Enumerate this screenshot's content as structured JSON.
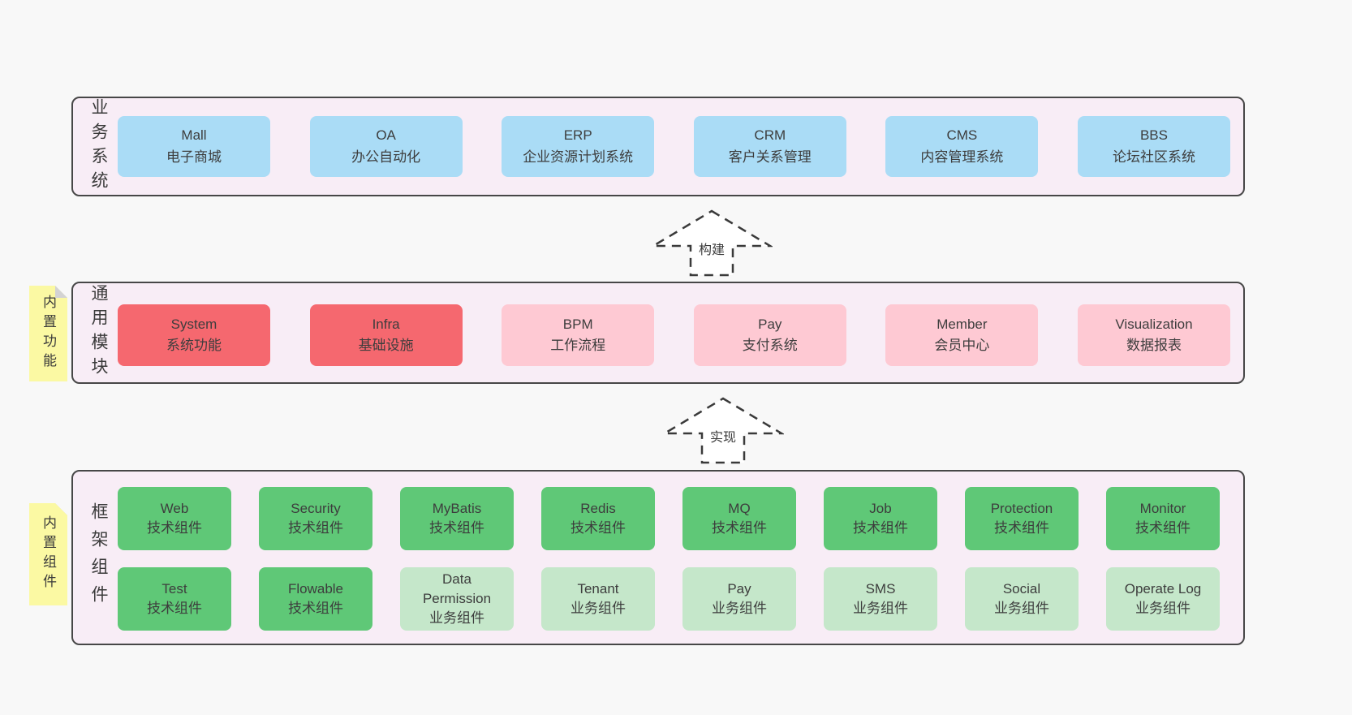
{
  "colors": {
    "page_background": "#f8f8f8",
    "panel_background": "#f8edf6",
    "panel_border": "#474747",
    "blue_box": "#aadcf6",
    "red_box": "#f5686f",
    "pink_box": "#fec9d3",
    "green_box": "#5fc877",
    "light_green_box": "#c5e7ca",
    "note_yellow": "#fbf9a3",
    "note_fold_gray": "#d3d3d3",
    "text": "#3d3d3d"
  },
  "arrows": [
    {
      "label": "构建"
    },
    {
      "label": "实现"
    }
  ],
  "layers": [
    {
      "label": "业务系统",
      "boxes": [
        {
          "name": "Mall",
          "desc": "电子商城"
        },
        {
          "name": "OA",
          "desc": "办公自动化"
        },
        {
          "name": "ERP",
          "desc": "企业资源计划系统"
        },
        {
          "name": "CRM",
          "desc": "客户关系管理"
        },
        {
          "name": "CMS",
          "desc": "内容管理系统"
        },
        {
          "name": "BBS",
          "desc": "论坛社区系统"
        }
      ]
    },
    {
      "label": "通用模块",
      "note": "内置功能",
      "boxes": [
        {
          "name": "System",
          "desc": "系统功能"
        },
        {
          "name": "Infra",
          "desc": "基础设施"
        },
        {
          "name": "BPM",
          "desc": "工作流程"
        },
        {
          "name": "Pay",
          "desc": "支付系统"
        },
        {
          "name": "Member",
          "desc": "会员中心"
        },
        {
          "name": "Visualization",
          "desc": "数据报表"
        }
      ]
    },
    {
      "label": "框架组件",
      "note": "内置组件",
      "rows": [
        [
          {
            "name": "Web",
            "desc": "技术组件"
          },
          {
            "name": "Security",
            "desc": "技术组件"
          },
          {
            "name": "MyBatis",
            "desc": "技术组件"
          },
          {
            "name": "Redis",
            "desc": "技术组件"
          },
          {
            "name": "MQ",
            "desc": "技术组件"
          },
          {
            "name": "Job",
            "desc": "技术组件"
          },
          {
            "name": "Protection",
            "desc": "技术组件"
          },
          {
            "name": "Monitor",
            "desc": "技术组件"
          }
        ],
        [
          {
            "name": "Test",
            "desc": "技术组件"
          },
          {
            "name": "Flowable",
            "desc": "技术组件"
          },
          {
            "name": "Data Permission",
            "desc": "业务组件"
          },
          {
            "name": "Tenant",
            "desc": "业务组件"
          },
          {
            "name": "Pay",
            "desc": "业务组件"
          },
          {
            "name": "SMS",
            "desc": "业务组件"
          },
          {
            "name": "Social",
            "desc": "业务组件"
          },
          {
            "name": "Operate Log",
            "desc": "业务组件"
          }
        ]
      ]
    }
  ]
}
